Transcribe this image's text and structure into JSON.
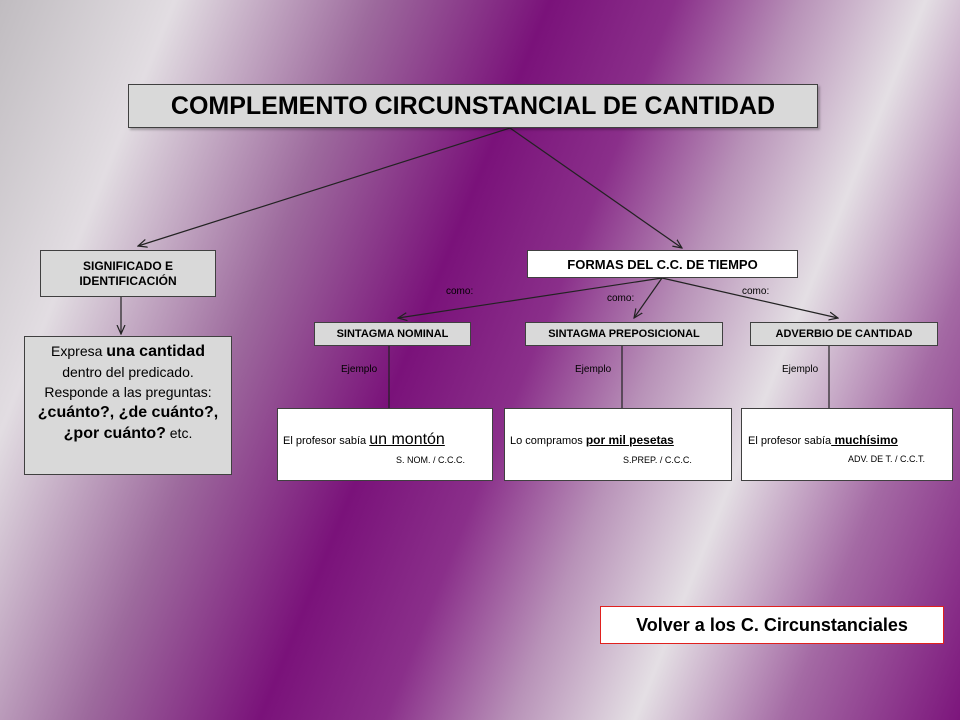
{
  "title": "COMPLEMENTO CIRCUNSTANCIAL DE CANTIDAD",
  "significado": {
    "heading_line1": "SIGNIFICADO E",
    "heading_line2": "IDENTIFICACIÓN",
    "definition": {
      "p1": "Expresa ",
      "k1": "una cantidad",
      "p2": " dentro del predicado. Responde a las preguntas: ",
      "k2": "¿cuánto?, ¿de cuánto?, ¿por cuánto?",
      "p3": " etc."
    }
  },
  "formas": {
    "heading": "FORMAS DEL C.C. DE TIEMPO",
    "connector_label": "como:",
    "example_label": "Ejemplo",
    "categories": [
      {
        "name": "SINTAGMA NOMINAL",
        "example_prefix": "El profesor sabía ",
        "example_key": "un montón",
        "analysis": "S. NOM. / C.C.C."
      },
      {
        "name": "SINTAGMA PREPOSICIONAL",
        "example_prefix": "Lo compramos ",
        "example_key": "por  mil pesetas",
        "analysis": "S.PREP. / C.C.C."
      },
      {
        "name": "ADVERBIO DE CANTIDAD",
        "example_prefix": "El profesor sabía",
        "example_key": " muchísimo",
        "analysis": "ADV. DE T. / C.C.T."
      }
    ]
  },
  "back_link": "Volver a los C. Circunstanciales"
}
